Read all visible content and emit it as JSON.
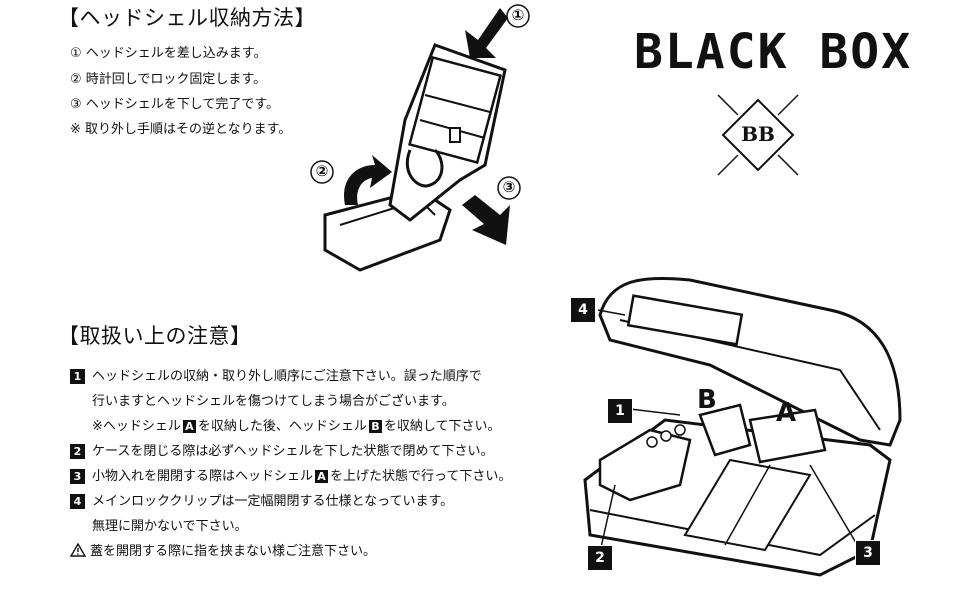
{
  "storage": {
    "title": "【ヘッドシェル収納方法】",
    "steps": [
      "① ヘッドシェルを差し込みます。",
      "② 時計回しでロック固定します。",
      "③ ヘッドシェルを下して完了です。",
      "※ 取り外し手順はその逆となります。"
    ],
    "figure_labels": [
      "①",
      "②",
      "③"
    ]
  },
  "brand": {
    "name": "BLACK BOX",
    "logo_text": "BB"
  },
  "cautions": {
    "title": "【取扱い上の注意】",
    "item1": {
      "num": "1",
      "line1": "ヘッドシェルの収納・取り外し順序にご注意下さい。誤った順序で",
      "line2": "行いますとヘッドシェルを傷つけてしまう場合がございます。",
      "line3": "※ヘッドシェル",
      "a_badge": "A",
      "line3_mid": "を収納した後、ヘッドシェル",
      "b_badge": "B",
      "line3_end": "を収納して下さい。"
    },
    "item2": {
      "num": "2",
      "text": "ケースを閉じる際は必ずヘッドシェルを下した状態で閉めて下さい。"
    },
    "item3": {
      "num": "3",
      "pre": "小物入れを開閉する際はヘッドシェル",
      "badge": "A",
      "post": "を上げた状態で行って下さい。"
    },
    "item4": {
      "num": "4",
      "line1": "メインロッククリップは一定幅開閉する仕様となっています。",
      "line2": "無理に開かないで下さい。"
    },
    "warning": "蓋を開閉する際に指を挟まない様ご注意下さい。"
  },
  "case_figure": {
    "callouts": [
      "1",
      "2",
      "3",
      "4"
    ],
    "shell_labels": [
      "A",
      "B"
    ]
  }
}
